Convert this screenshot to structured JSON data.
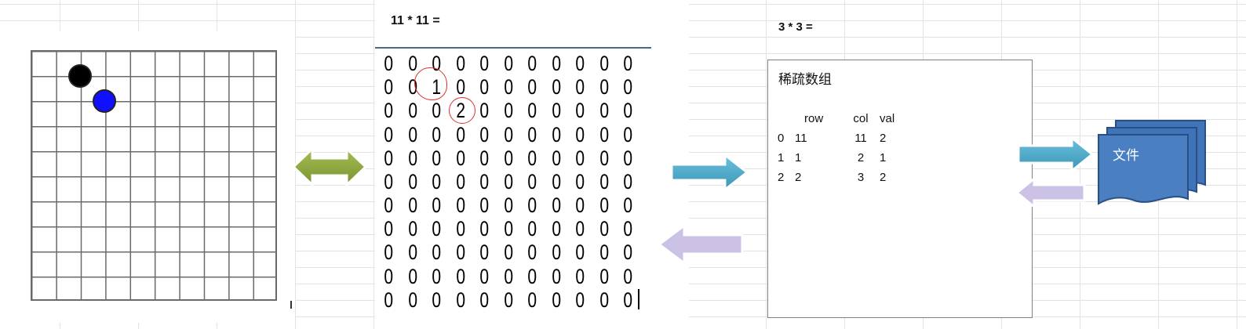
{
  "matrix": {
    "title": "11 * 11 =",
    "rows": [
      [
        "0",
        "0",
        "0",
        "0",
        "0",
        "0",
        "0",
        "0",
        "0",
        "0",
        "0"
      ],
      [
        "0",
        "0",
        "1",
        "0",
        "0",
        "0",
        "0",
        "0",
        "0",
        "0",
        "0"
      ],
      [
        "0",
        "0",
        "0",
        "2",
        "0",
        "0",
        "0",
        "0",
        "0",
        "0",
        "0"
      ],
      [
        "0",
        "0",
        "0",
        "0",
        "0",
        "0",
        "0",
        "0",
        "0",
        "0",
        "0"
      ],
      [
        "0",
        "0",
        "0",
        "0",
        "0",
        "0",
        "0",
        "0",
        "0",
        "0",
        "0"
      ],
      [
        "0",
        "0",
        "0",
        "0",
        "0",
        "0",
        "0",
        "0",
        "0",
        "0",
        "0"
      ],
      [
        "0",
        "0",
        "0",
        "0",
        "0",
        "0",
        "0",
        "0",
        "0",
        "0",
        "0"
      ],
      [
        "0",
        "0",
        "0",
        "0",
        "0",
        "0",
        "0",
        "0",
        "0",
        "0",
        "0"
      ],
      [
        "0",
        "0",
        "0",
        "0",
        "0",
        "0",
        "0",
        "0",
        "0",
        "0",
        "0"
      ],
      [
        "0",
        "0",
        "0",
        "0",
        "0",
        "0",
        "0",
        "0",
        "0",
        "0",
        "0"
      ],
      [
        "0",
        "0",
        "0",
        "0",
        "0",
        "0",
        "0",
        "0",
        "0",
        "0",
        "0"
      ]
    ]
  },
  "sparse": {
    "title": "3 * 3 =",
    "heading": "稀疏数组",
    "columns": [
      "",
      "row",
      "col",
      "val"
    ],
    "rows": [
      [
        "0",
        "11",
        "11",
        "2"
      ],
      [
        "1",
        "1",
        "2",
        "1"
      ],
      [
        "2",
        "2",
        "3",
        "2"
      ]
    ]
  },
  "file": {
    "label": "文件"
  },
  "colors": {
    "black_stone": "#000000",
    "blue_stone": "#1010ff",
    "green_arrow": "#8aa23c",
    "blue_arrow": "#4aaac8",
    "lilac_arrow": "#c8bfe4",
    "file_blue": "#3f74b8",
    "circle_red": "#e03030"
  },
  "icons": [
    "double-arrow-icon",
    "right-arrow-icon",
    "left-arrow-icon",
    "document-stack-icon"
  ]
}
